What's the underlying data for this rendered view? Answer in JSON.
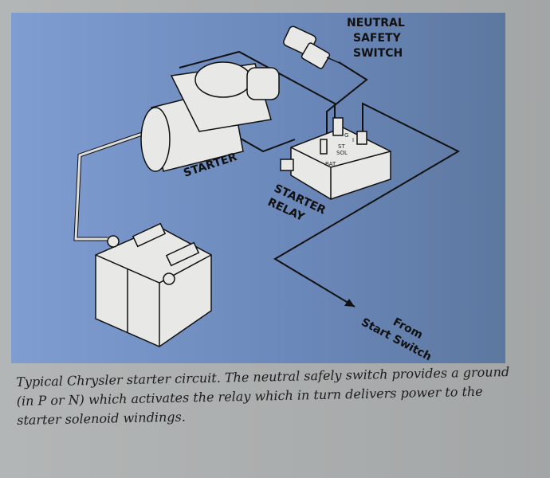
{
  "diagram": {
    "labels": {
      "neutral_safety_switch": [
        "NEUTRAL",
        "SAFETY",
        "SWITCH"
      ],
      "starter": "STARTER",
      "starter_relay": [
        "STARTER",
        "RELAY"
      ],
      "from_start_switch": [
        "From",
        "Start Switch"
      ]
    },
    "relay_terminals": {
      "g": "G",
      "i": "I",
      "st_sol": [
        "ST",
        "SOL"
      ],
      "bat": "BAT"
    },
    "colors": {
      "panel": "#7090c4",
      "line": "#111111",
      "component": "#e8e8e6"
    }
  },
  "caption": "Typical Chrysler starter circuit. The neutral safely switch provides a ground (in P or N) which activates the relay which in turn delivers power to the starter solenoid windings."
}
